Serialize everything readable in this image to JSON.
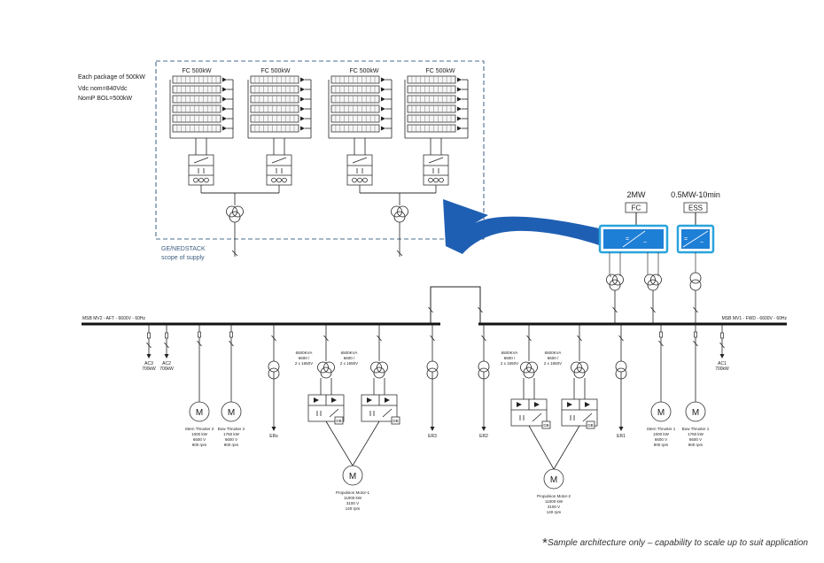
{
  "package_info": {
    "line1": "Each package of 500kW",
    "line2": "Vdc nom=840Vdc",
    "line3": "NomP BOL=500kW"
  },
  "fc_packages": [
    {
      "label": "FC 500kW"
    },
    {
      "label": "FC 500kW"
    },
    {
      "label": "FC 500kW"
    },
    {
      "label": "FC 500kW"
    }
  ],
  "scope": {
    "line1": "GE/NEDSTACK",
    "line2": "scope of supply"
  },
  "fc_module": {
    "power": "2MW",
    "label": "FC"
  },
  "ess_module": {
    "power": "0.5MW-10min",
    "label": "ESS"
  },
  "bus_left": {
    "label": "MSB MV2 - AFT - 6600V - 60Hz"
  },
  "bus_right": {
    "label": "MSB MV1 - FWD - 6600V - 60Hz"
  },
  "consumers_left": [
    {
      "id": "ac3",
      "name": "AC3",
      "power": "700kW"
    },
    {
      "id": "ac2",
      "name": "AC2",
      "power": "700kW"
    },
    {
      "id": "ers",
      "name": "ERs"
    },
    {
      "id": "er3",
      "name": "ER3"
    }
  ],
  "consumers_right": [
    {
      "id": "er2",
      "name": "ER2"
    },
    {
      "id": "er1",
      "name": "ER1"
    },
    {
      "id": "ac1",
      "name": "AC1",
      "power": "700kW"
    }
  ],
  "thrusters": [
    {
      "id": "stern2",
      "symbol": "M",
      "name": "Stern Thruster 2",
      "power": "1000 kW",
      "voltage": "6600 V",
      "speed": "900 rpm"
    },
    {
      "id": "bow2",
      "symbol": "M",
      "name": "Bow Thruster 2",
      "power": "1750 kW",
      "voltage": "6600 V",
      "speed": "900 rpm"
    },
    {
      "id": "stern1",
      "symbol": "M",
      "name": "Stern Thruster 1",
      "power": "1000 kW",
      "voltage": "6600 V",
      "speed": "900 rpm"
    },
    {
      "id": "bow1",
      "symbol": "M",
      "name": "Bow Thruster 1",
      "power": "1750 kW",
      "voltage": "6600 V",
      "speed": "900 rpm"
    }
  ],
  "propulsion": [
    {
      "id": "pm1",
      "symbol": "M",
      "name": "Propulsion Motor-1",
      "power": "11000 kW",
      "voltage": "3100 V",
      "speed": "140 rpm"
    },
    {
      "id": "pm2",
      "symbol": "M",
      "name": "Propulsion Motor-2",
      "power": "11000 kW",
      "voltage": "3100 V",
      "speed": "140 rpm"
    }
  ],
  "transformer_ratings": {
    "line1": "6500KVA",
    "line2": "6600 /",
    "line3": "2 x 1650V"
  },
  "db_label": "DB",
  "footnote": {
    "star": "*",
    "text": "Sample architecture only – capability to scale up to suit application"
  },
  "colors": {
    "arrow": "#1f5fb3",
    "module_border": "#29a3dc",
    "module_fill": "#1e7fd6",
    "scope_box": "#4d6d8c",
    "scope_text": "#3d5d80"
  }
}
